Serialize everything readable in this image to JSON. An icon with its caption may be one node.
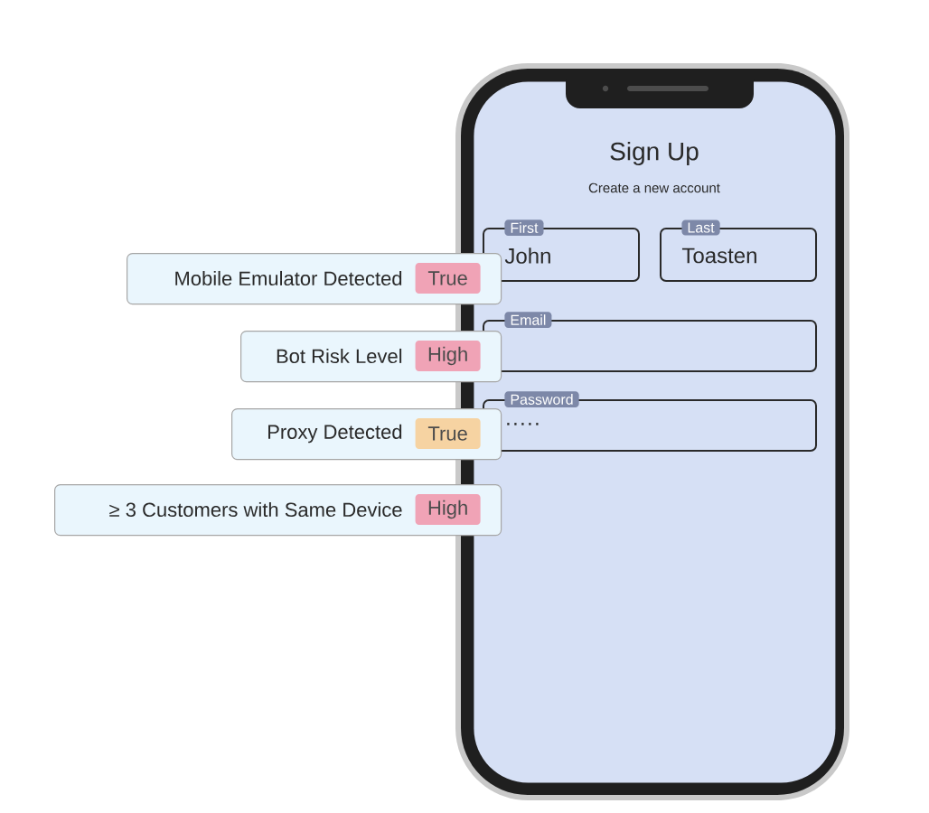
{
  "diagram": {
    "nodes": [
      {
        "text": [
          "Sign Up",
          "Create a new account"
        ]
      },
      {
        "text": [
          "First",
          "John"
        ],
        "in": 0
      },
      {
        "text": [
          "Last",
          "Toasten"
        ],
        "in": 0
      },
      {
        "text": [
          "Email"
        ],
        "in": 0
      },
      {
        "text": [
          "Password",
          "·····"
        ],
        "in": 0
      },
      {
        "text": [
          "Mobile Emulator Detected"
        ]
      },
      {
        "text": [
          "True"
        ],
        "in": 5
      },
      {
        "text": [
          "Bot Risk Level"
        ]
      },
      {
        "text": [
          "High"
        ],
        "in": 7
      },
      {
        "text": [
          "Proxy Detected"
        ]
      },
      {
        "text": [
          "True"
        ],
        "in": 9
      },
      {
        "text": [
          "≥ 3 Customers with Same Device"
        ]
      },
      {
        "text": [
          "High"
        ],
        "in": 11
      }
    ]
  }
}
